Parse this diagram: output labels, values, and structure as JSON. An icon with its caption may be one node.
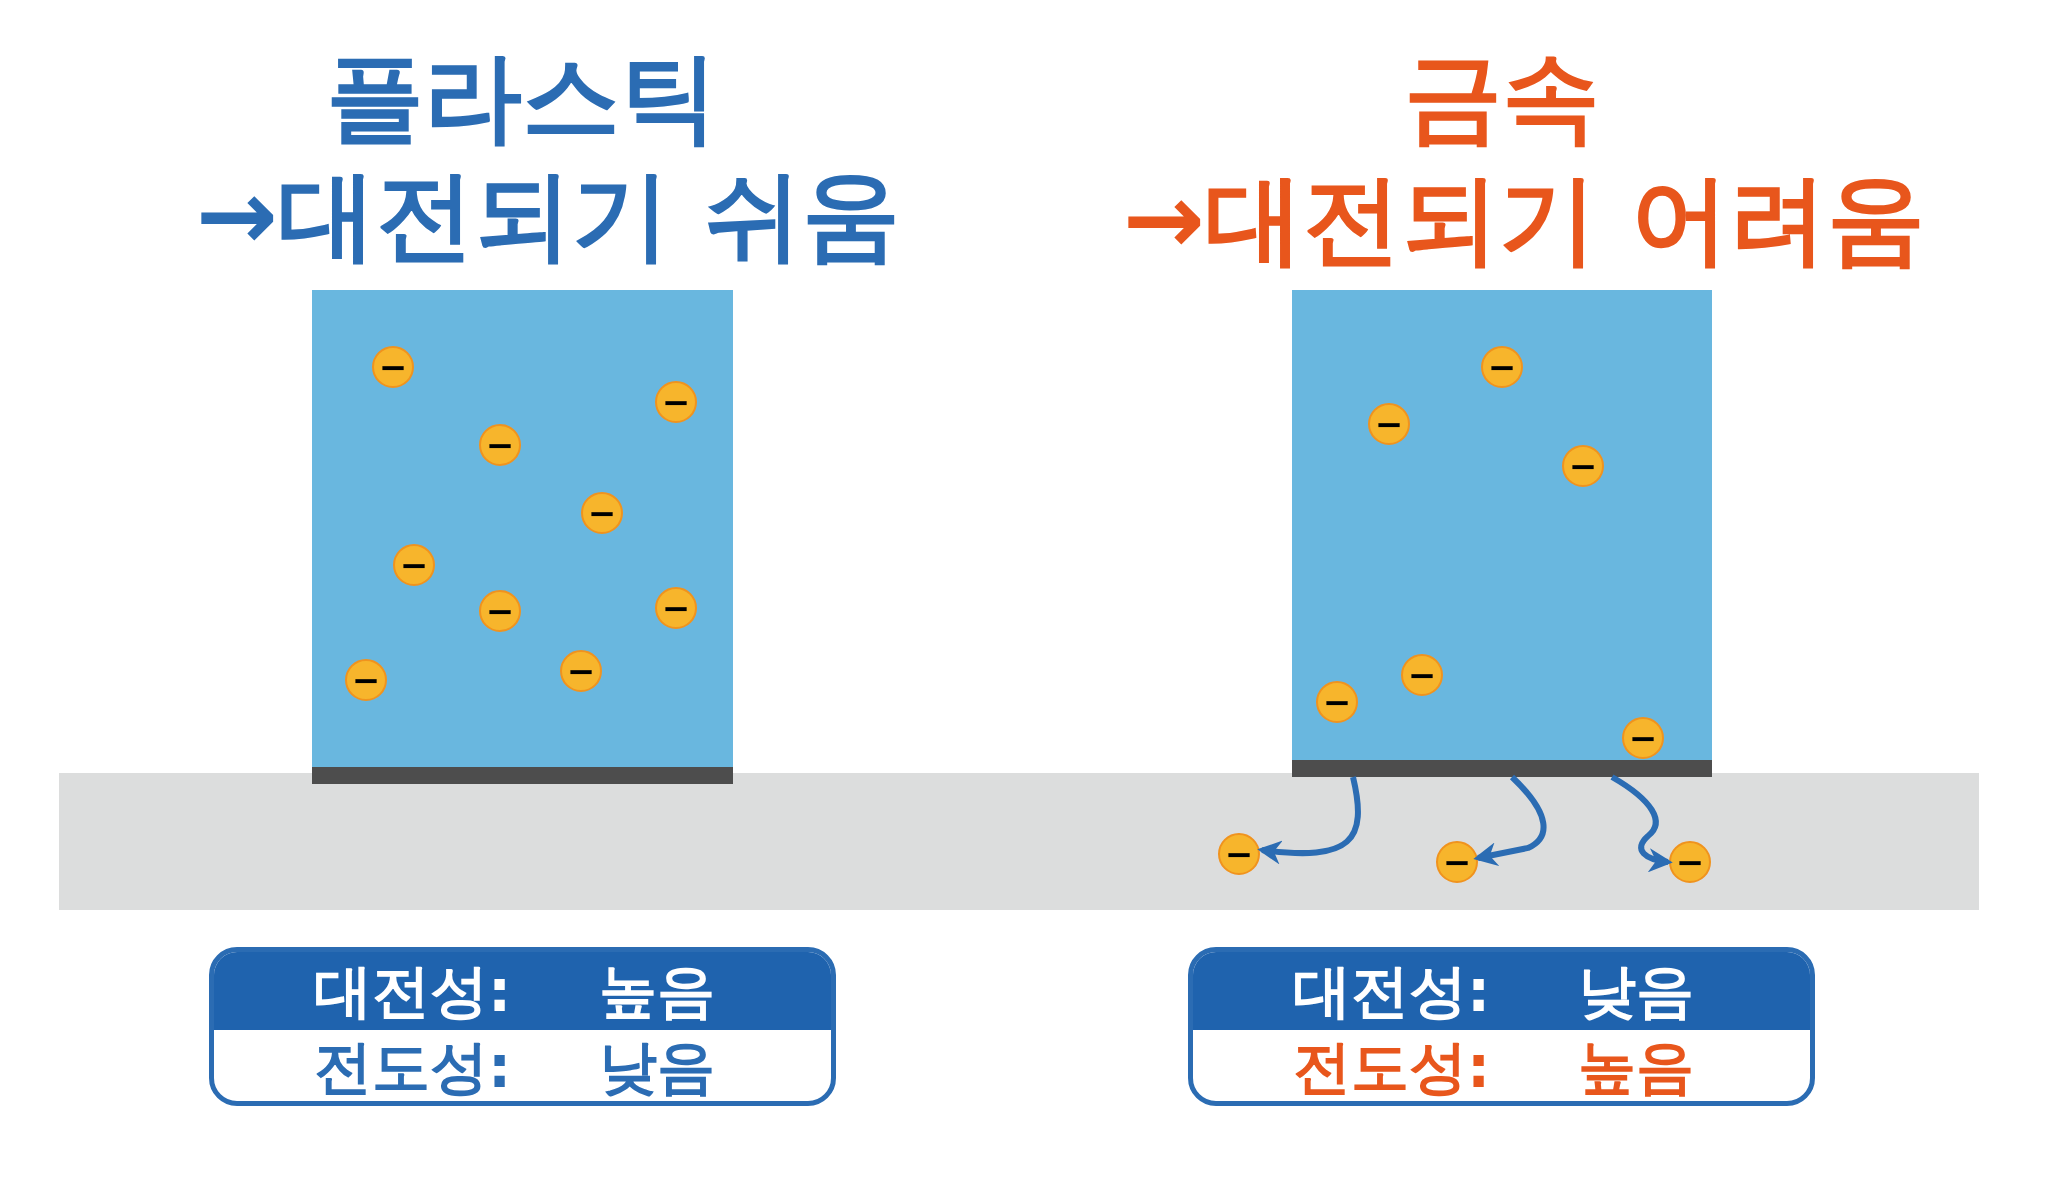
{
  "diagram": {
    "nodes": [
      {
        "text": [],
        "shape": "box"
      },
      {
        "text": [
          "−"
        ],
        "in": 0
      },
      {
        "text": [
          "−"
        ],
        "in": 0
      },
      {
        "text": [
          "−"
        ],
        "in": 0
      },
      {
        "text": [
          "−"
        ],
        "in": 0
      },
      {
        "text": [
          "−"
        ],
        "in": 0
      },
      {
        "text": [
          "−"
        ],
        "in": 0
      },
      {
        "text": [
          "−"
        ],
        "in": 0
      },
      {
        "text": [
          "−"
        ],
        "in": 0
      },
      {
        "text": [
          "−"
        ],
        "in": 0
      },
      {
        "text": [],
        "shape": "box"
      },
      {
        "text": [
          "−"
        ],
        "in": 10
      },
      {
        "text": [
          "−"
        ],
        "in": 10
      },
      {
        "text": [
          "−"
        ],
        "in": 10
      },
      {
        "text": [
          "−"
        ],
        "in": 10
      },
      {
        "text": [
          "−"
        ],
        "in": 10
      },
      {
        "text": [
          "−"
        ],
        "in": 10
      },
      {
        "text": [],
        "shape": "bar"
      },
      {
        "text": [
          "−"
        ],
        "in": 17
      },
      {
        "text": [
          "−"
        ],
        "in": 17
      },
      {
        "text": [
          "−"
        ],
        "in": 17
      },
      {
        "text": [
          "대전성:",
          "높음",
          "전도성:",
          "낮음"
        ]
      },
      {
        "text": [
          "대전성:",
          "낮음",
          "전도성:",
          "높음"
        ]
      }
    ],
    "edges": [
      {
        "from": 10,
        "to": 18,
        "arrow": "to"
      },
      {
        "from": 10,
        "to": 19,
        "arrow": "to"
      },
      {
        "from": 10,
        "to": 20,
        "arrow": "to"
      }
    ],
    "labels": [
      "플라스틱",
      "→대전되기 쉬움",
      "금속",
      "→대전되기 어려움"
    ]
  }
}
